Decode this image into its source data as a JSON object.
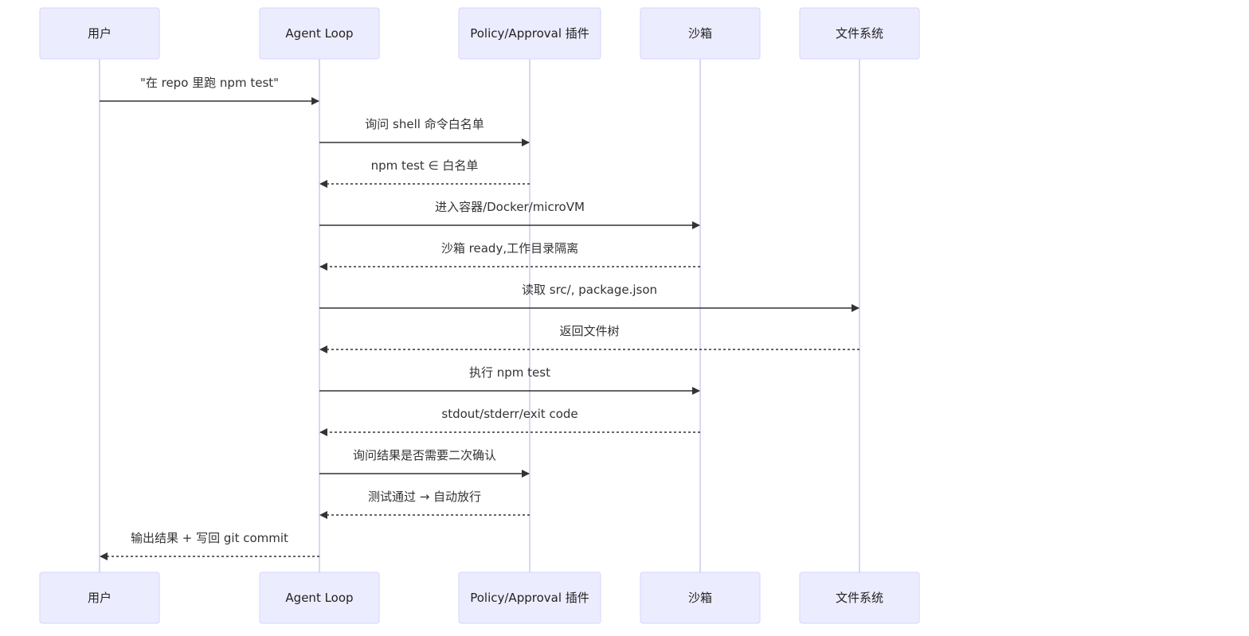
{
  "participants": [
    {
      "id": "user",
      "label": "用户"
    },
    {
      "id": "agent",
      "label": "Agent Loop"
    },
    {
      "id": "policy",
      "label": "Policy/Approval 插件"
    },
    {
      "id": "sandbox",
      "label": "沙箱"
    },
    {
      "id": "fs",
      "label": "文件系统"
    }
  ],
  "messages": [
    {
      "from": "user",
      "to": "agent",
      "label": "\"在 repo 里跑 npm test\"",
      "style": "solid"
    },
    {
      "from": "agent",
      "to": "policy",
      "label": "询问 shell 命令白名单",
      "style": "solid"
    },
    {
      "from": "policy",
      "to": "agent",
      "label": "npm test ∈ 白名单",
      "style": "dashed"
    },
    {
      "from": "agent",
      "to": "sandbox",
      "label": "进入容器/Docker/microVM",
      "style": "solid"
    },
    {
      "from": "sandbox",
      "to": "agent",
      "label": "沙箱 ready,工作目录隔离",
      "style": "dashed"
    },
    {
      "from": "agent",
      "to": "fs",
      "label": "读取 src/, package.json",
      "style": "solid"
    },
    {
      "from": "fs",
      "to": "agent",
      "label": "返回文件树",
      "style": "dashed"
    },
    {
      "from": "agent",
      "to": "sandbox",
      "label": "执行 npm test",
      "style": "solid"
    },
    {
      "from": "sandbox",
      "to": "agent",
      "label": "stdout/stderr/exit code",
      "style": "dashed"
    },
    {
      "from": "agent",
      "to": "policy",
      "label": "询问结果是否需要二次确认",
      "style": "solid"
    },
    {
      "from": "policy",
      "to": "agent",
      "label": "测试通过 → 自动放行",
      "style": "dashed"
    },
    {
      "from": "agent",
      "to": "user",
      "label": "输出结果 + 写回 git commit",
      "style": "dashed"
    }
  ]
}
